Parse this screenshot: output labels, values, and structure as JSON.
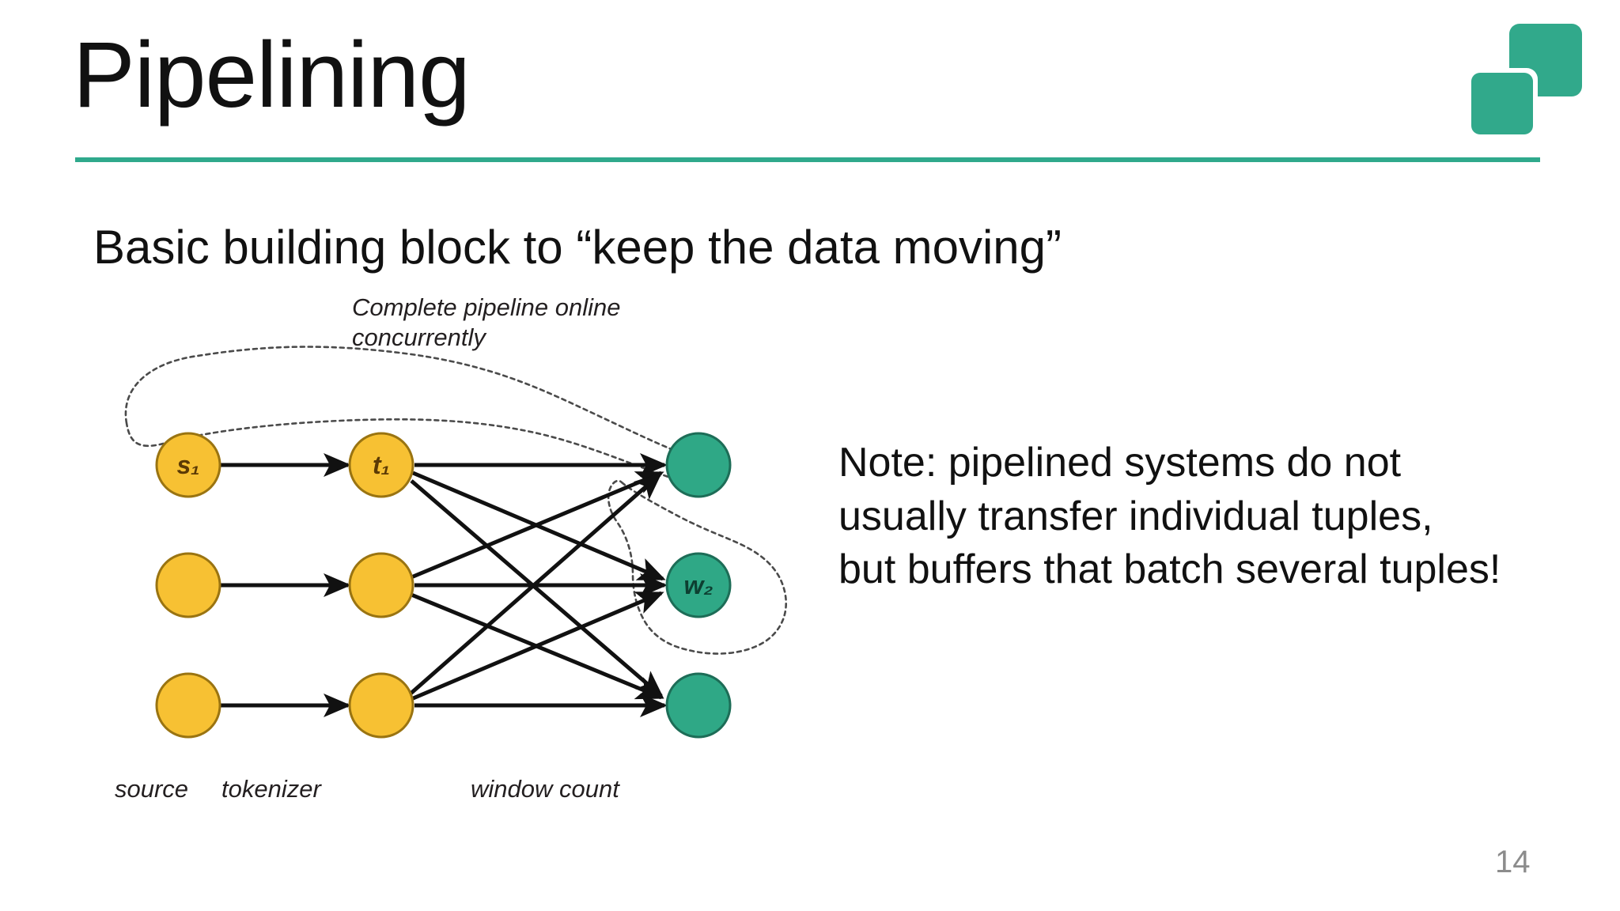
{
  "slide": {
    "title": "Pipelining",
    "subtitle": "Basic building block to “keep the data moving”",
    "page_number": "14",
    "accent_color": "#2FA98C",
    "logo": {
      "name": "two-squares-logo",
      "color": "#31A98B"
    }
  },
  "figure": {
    "caption": "Complete pipeline online concurrently",
    "column_labels": {
      "source": "source",
      "tokenizer": "tokenizer",
      "window_count": "window count"
    },
    "node_colors": {
      "source_fill": "#F7C133",
      "source_stroke": "#9a7411",
      "sink_fill": "#2FA886",
      "sink_stroke": "#1d6d57",
      "edge": "#111111",
      "enclosure": "#555555"
    },
    "nodes": [
      {
        "id": "s1",
        "label": "s₁",
        "column": "source",
        "row": 1
      },
      {
        "id": "s2",
        "label": "",
        "column": "source",
        "row": 2
      },
      {
        "id": "s3",
        "label": "",
        "column": "source",
        "row": 3
      },
      {
        "id": "t1",
        "label": "t₁",
        "column": "tokenizer",
        "row": 1
      },
      {
        "id": "t2",
        "label": "",
        "column": "tokenizer",
        "row": 2
      },
      {
        "id": "t3",
        "label": "",
        "column": "tokenizer",
        "row": 3
      },
      {
        "id": "w1",
        "label": "",
        "column": "window count",
        "row": 1
      },
      {
        "id": "w2",
        "label": "w₂",
        "column": "window count",
        "row": 2
      },
      {
        "id": "w3",
        "label": "",
        "column": "window count",
        "row": 3
      }
    ],
    "edges": [
      {
        "from": "s1",
        "to": "t1"
      },
      {
        "from": "s2",
        "to": "t2"
      },
      {
        "from": "s3",
        "to": "t3"
      },
      {
        "from": "t1",
        "to": "w1"
      },
      {
        "from": "t1",
        "to": "w2"
      },
      {
        "from": "t1",
        "to": "w3"
      },
      {
        "from": "t2",
        "to": "w1"
      },
      {
        "from": "t2",
        "to": "w2"
      },
      {
        "from": "t2",
        "to": "w3"
      },
      {
        "from": "t3",
        "to": "w1"
      },
      {
        "from": "t3",
        "to": "w2"
      },
      {
        "from": "t3",
        "to": "w3"
      }
    ],
    "enclosures": [
      {
        "name": "pipeline-s1-t1-w1-enclosure",
        "encloses": [
          "s1",
          "t1",
          "w1"
        ]
      },
      {
        "name": "pipeline-w2-enclosure",
        "encloses": [
          "w2"
        ]
      }
    ]
  },
  "note": {
    "line1": "Note: pipelined systems do not",
    "line2": "usually transfer individual tuples,",
    "line3": "but buffers that batch several tuples!"
  }
}
